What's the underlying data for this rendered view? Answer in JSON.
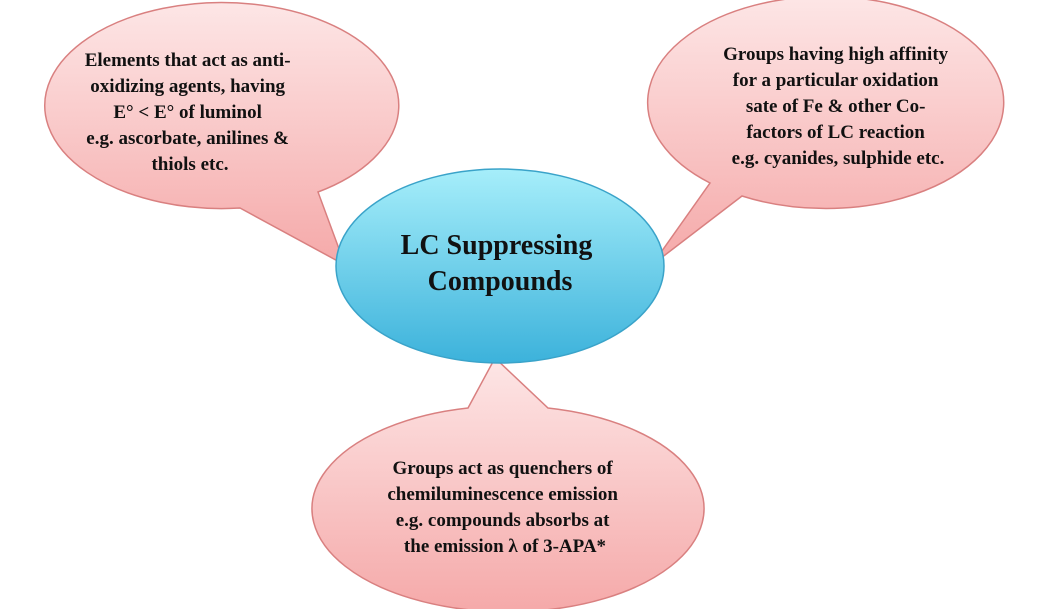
{
  "diagram": {
    "center": {
      "lines": [
        "LC Suppressing",
        "Compounds"
      ]
    },
    "callouts": [
      {
        "id": "left",
        "lines": [
          "Elements that act as anti-",
          "oxidizing agents, having",
          "E° < E° of luminol",
          "e.g. ascorbate, anilines &",
          "thiols etc."
        ]
      },
      {
        "id": "right",
        "lines": [
          "Groups having high affinity",
          "for a particular oxidation",
          "sate of Fe & other Co-",
          "factors of LC reaction",
          "e.g. cyanides, sulphide etc."
        ]
      },
      {
        "id": "bottom",
        "lines": [
          "Groups act as quenchers of",
          "chemiluminescence emission",
          "e.g. compounds absorbs at",
          "the emission λ of 3-APA*"
        ]
      }
    ],
    "colors": {
      "callout_fill_light": "#fde2e2",
      "callout_fill_dark": "#f4a3a3",
      "callout_stroke": "#d98080",
      "center_fill_light": "#9eeaf7",
      "center_fill_dark": "#3fb3dc",
      "center_stroke": "#3aa3c9"
    }
  }
}
